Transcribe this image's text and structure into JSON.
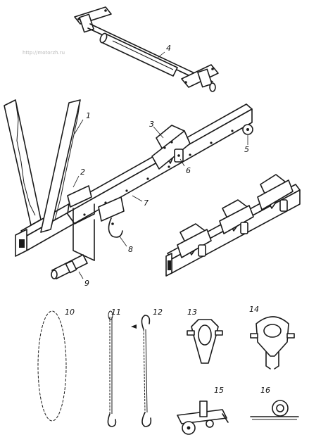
{
  "watermark": "http://motorzh.ru",
  "callouts": [
    "1",
    "2",
    "3",
    "4",
    "5",
    "6",
    "7",
    "8",
    "9",
    "10",
    "11",
    "12",
    "13",
    "14",
    "15",
    "16"
  ],
  "colors": {
    "ink": "#1a1a1a",
    "paper": "#ffffff",
    "watermark": "#b8b8b8"
  }
}
